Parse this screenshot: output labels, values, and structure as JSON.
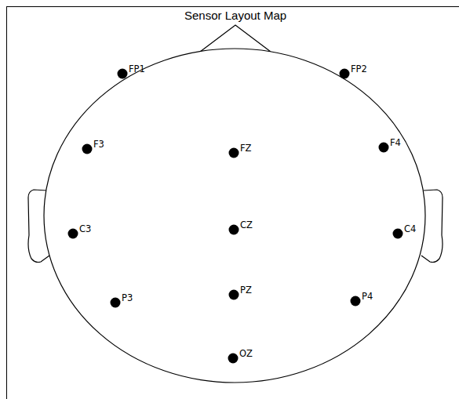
{
  "diagram": {
    "title": "Sensor Layout Map",
    "labels": [
      "FP1",
      "FP2",
      "F3",
      "FZ",
      "F4",
      "C3",
      "CZ",
      "C4",
      "P3",
      "PZ",
      "P4",
      "OZ"
    ]
  }
}
